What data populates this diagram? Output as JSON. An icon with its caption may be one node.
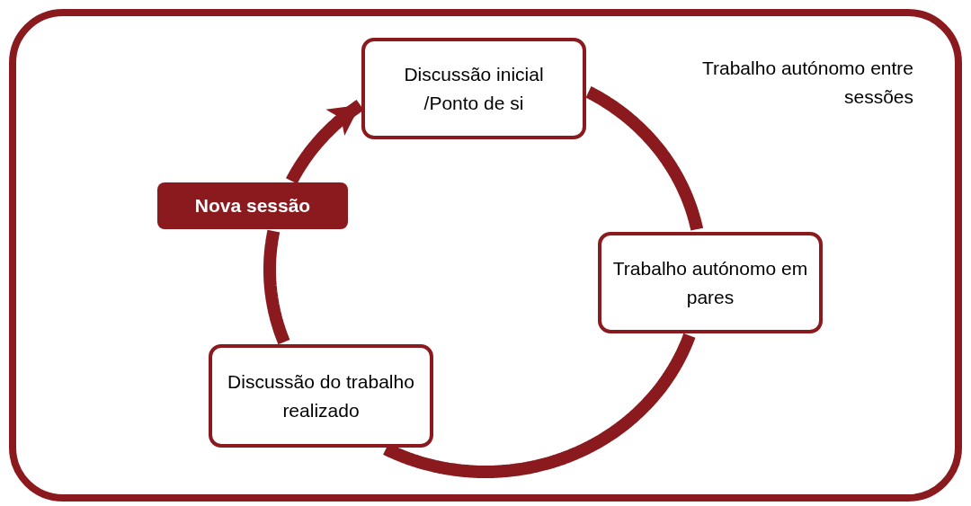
{
  "diagram": {
    "nodes": [
      {
        "text": [
          "Trabalho autónomo entre sessões"
        ]
      },
      {
        "text": [
          "Discussão inicial /Ponto de si"
        ],
        "in": 0
      },
      {
        "text": [
          "Trabalho autónomo em pares"
        ],
        "in": 0
      },
      {
        "text": [
          "Discussão do trabalho realizado"
        ],
        "in": 0
      },
      {
        "text": [
          "Nova sessão"
        ],
        "in": 0
      }
    ],
    "edges": [
      {
        "from": 1,
        "to": 2,
        "arrow": "none"
      },
      {
        "from": 2,
        "to": 3,
        "arrow": "none"
      },
      {
        "from": 3,
        "to": 4,
        "arrow": "none"
      },
      {
        "from": 4,
        "to": 1,
        "arrow": "to"
      }
    ]
  }
}
